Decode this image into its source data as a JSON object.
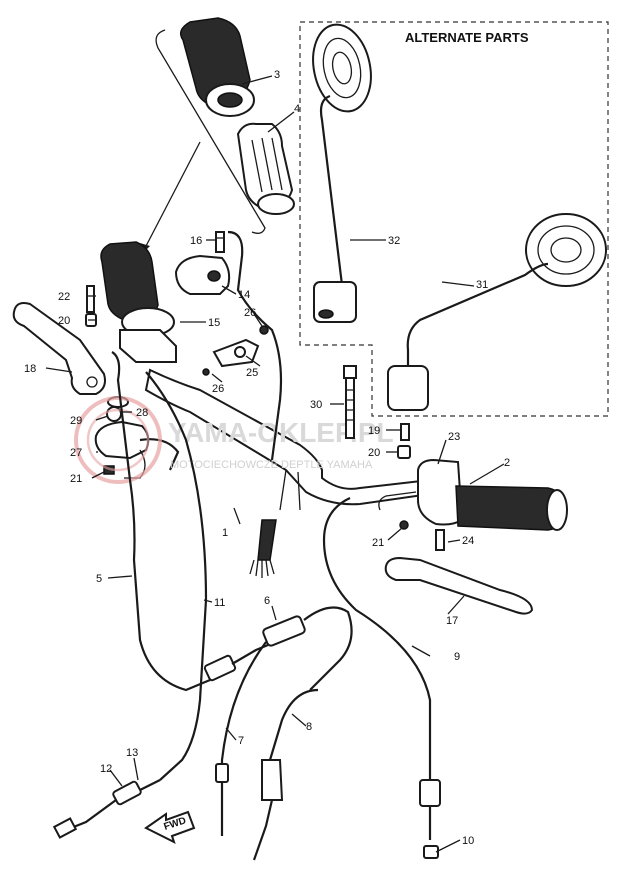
{
  "alternate_box": {
    "title": "ALTERNATE PARTS"
  },
  "watermark": {
    "main": "YAMA-OKLEP.PL",
    "sub": "MOTOCIECHOWCZE DEPTLE YAMAHA"
  },
  "direction_mark": {
    "text": "FWD"
  },
  "callouts": {
    "c1": "1",
    "c2": "2",
    "c3": "3",
    "c4": "4",
    "c5": "5",
    "c6": "6",
    "c7": "7",
    "c8": "8",
    "c9": "9",
    "c10": "10",
    "c11": "11",
    "c12": "12",
    "c13": "13",
    "c14": "14",
    "c15": "15",
    "c16": "16",
    "c17": "17",
    "c18": "18",
    "c19": "19",
    "c20a": "20",
    "c20b": "20",
    "c21a": "21",
    "c21b": "21",
    "c22": "22",
    "c23": "23",
    "c24": "24",
    "c25": "25",
    "c26a": "26",
    "c26b": "26",
    "c27": "27",
    "c28": "28",
    "c29": "29",
    "c30": "30",
    "c31": "31",
    "c32": "32"
  },
  "colors": {
    "line": "#1a1a1a",
    "watermark": "#d9d9d9",
    "watermark_logo": "#e7a3a3"
  }
}
